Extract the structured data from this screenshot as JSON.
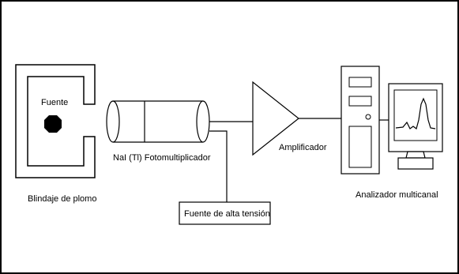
{
  "labels": {
    "fuente": "Fuente",
    "blindaje": "Blindaje de plomo",
    "detector": "NaI (Tl) Fotomultiplicador",
    "amplificador": "Amplificador",
    "alta_tension": "Fuente de alta tensión",
    "analizador": "Analizador multicanal"
  },
  "colors": {
    "ink": "#000000",
    "background": "#ffffff"
  }
}
